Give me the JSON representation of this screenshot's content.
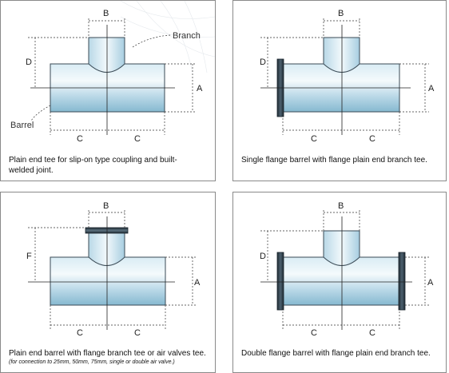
{
  "colors": {
    "pipe_light": "#eef6fa",
    "pipe_mid": "#bfdbe9",
    "pipe_dark": "#7fb3cc",
    "flange": "#2b3a44",
    "outline": "#3a4a55",
    "border": "#8a8a8a"
  },
  "panels": [
    {
      "caption": "Plain end tee for slip-on type coupling and built-welded joint.",
      "dims": {
        "b": "B",
        "d": "D",
        "a": "A",
        "c1": "C",
        "c2": "C"
      },
      "labels": {
        "branch": "Branch",
        "barrel": "Barrel"
      }
    },
    {
      "caption": "Single flange barrel with flange plain end branch tee.",
      "dims": {
        "b": "B",
        "d": "D",
        "a": "A",
        "c1": "C",
        "c2": "C"
      }
    },
    {
      "caption": "Plain end barrel with flange branch tee or air valves tee.",
      "subcaption": "(for connection to 25mm, 50mm, 75mm, single or double air valve.)",
      "dims": {
        "b": "B",
        "f": "F",
        "a": "A",
        "c1": "C",
        "c2": "C"
      }
    },
    {
      "caption": "Double flange barrel with flange plain end branch tee.",
      "dims": {
        "b": "B",
        "d": "D",
        "a": "A",
        "c1": "C",
        "c2": "C"
      }
    }
  ]
}
